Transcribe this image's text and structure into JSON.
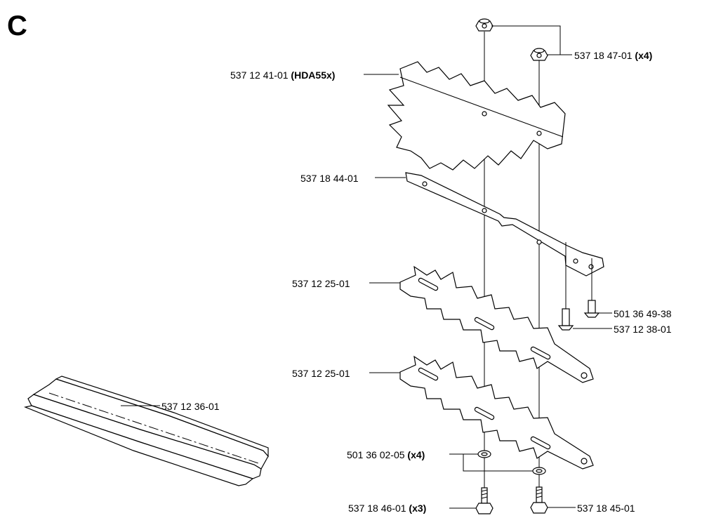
{
  "section_letter": "C",
  "labels": {
    "nut_top": {
      "number": "537 18 47-01",
      "qty": "(x4)"
    },
    "upper_blade": {
      "number": "537 12 41-01",
      "qty": "(HDA55x)"
    },
    "plate": {
      "number": "537 18 44-01"
    },
    "blade_a": {
      "number": "537 12 25-01"
    },
    "screw_a": {
      "number": "501 36 49-38"
    },
    "screw_b": {
      "number": "537 12 38-01"
    },
    "blade_b": {
      "number": "537 12 25-01"
    },
    "guard": {
      "number": "537 12 36-01"
    },
    "washer": {
      "number": "501 36 02-05",
      "qty": "(x4)"
    },
    "bolt_left": {
      "number": "537 18 46-01",
      "qty": "(x3)"
    },
    "bolt_right": {
      "number": "537 18 45-01"
    }
  }
}
